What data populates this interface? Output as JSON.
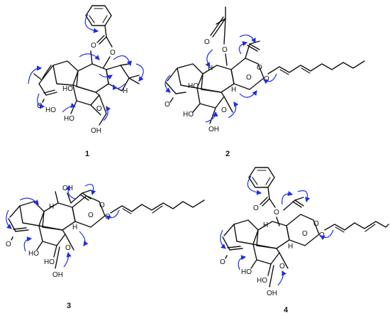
{
  "compounds": [
    {
      "id": "1",
      "atoms": {
        "oh_ring": "HO",
        "o_ketone": "O",
        "ho_a": "HO",
        "ho_b": "HO",
        "o_epox": "O",
        "oh_ch2": "OH",
        "o_ester": "O",
        "o_carbonyl": "O",
        "h": "H"
      }
    },
    {
      "id": "2",
      "atoms": {
        "o_acetyl": "O",
        "o_ester": "O",
        "o_ketone": "O",
        "oh_ring": "HO",
        "h_top": "H",
        "h_mid": "H",
        "o_orth1": "O",
        "o_orth2": "O",
        "o_orth3": "O",
        "ho_b": "HO",
        "o_epox": "O",
        "oh_ch2": "OH"
      }
    },
    {
      "id": "3",
      "atoms": {
        "oh_top": "OH",
        "o_orth1": "O",
        "o_orth2": "O",
        "o_orth3": "O",
        "h_top": "H",
        "h_mid": "H",
        "o_ketone": "O",
        "ho_a": "HO",
        "ho_b": "HO",
        "o_epox": "O",
        "oh_ch2": "OH"
      }
    },
    {
      "id": "4",
      "atoms": {
        "o_ester": "O",
        "o_carbonyl": "O",
        "o_orth1": "O",
        "o_orth2": "O",
        "o_orth3": "O",
        "h_top": "H",
        "h_mid": "H",
        "o_ketone": "O",
        "ho_a": "HO",
        "ho_b": "HO",
        "o_epox": "O",
        "oh_ch2": "OH"
      }
    }
  ],
  "colors": {
    "bond": "#111111",
    "hmbc_arrow": "#1a2ee8"
  }
}
